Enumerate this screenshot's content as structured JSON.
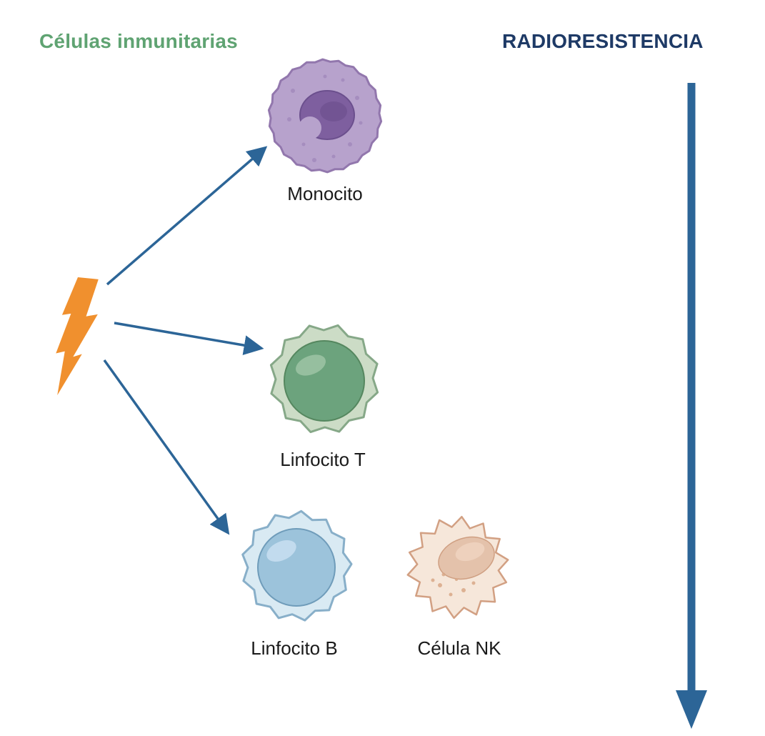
{
  "header": {
    "left_title": "Células inmunitarias",
    "right_title": "RADIORESISTENCIA"
  },
  "cells": [
    {
      "id": "monocito",
      "label": "Monocito"
    },
    {
      "id": "linfocito-t",
      "label": "Linfocito T"
    },
    {
      "id": "linfocito-b",
      "label": "Linfocito B"
    },
    {
      "id": "celula-nk",
      "label": "Célula NK"
    }
  ],
  "icons": {
    "lightning": "lightning-bolt-icon",
    "radioresistance_arrow": "down-arrow-icon",
    "connector_arrows": "arrow-right-icon"
  },
  "colors": {
    "left_title": "#5fa372",
    "right_title": "#1e3a66",
    "arrow": "#2c6597",
    "lightning": "#f0902e",
    "monocito_body": "#b7a2cc",
    "monocito_outline": "#9277ad",
    "monocito_nucleus": "#7e5f9f",
    "linfocito_t_body": "#ccdcc6",
    "linfocito_t_outline": "#86a888",
    "linfocito_t_nucleus": "#6ca37d",
    "linfocito_b_body": "#d9eaf3",
    "linfocito_b_outline": "#88afc9",
    "linfocito_b_nucleus": "#9cc3db",
    "celula_nk_body": "#f6e7da",
    "celula_nk_outline": "#d2a083",
    "celula_nk_nucleus": "#e4c2ab"
  }
}
